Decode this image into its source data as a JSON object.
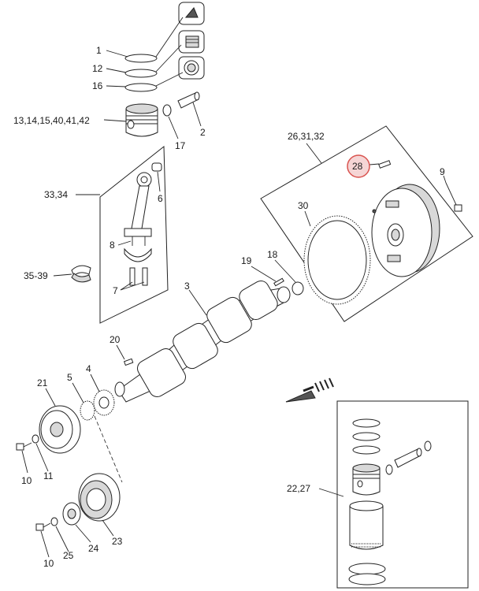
{
  "labels": {
    "l1": "1",
    "l12": "12",
    "l16": "16",
    "l13": "13,14,15,40,41,42",
    "l17": "17",
    "l2": "2",
    "l3334": "33,34",
    "l6": "6",
    "l8": "8",
    "l3539": "35-39",
    "l7": "7",
    "l263132": "26,31,32",
    "l28": "28",
    "l9": "9",
    "l30": "30",
    "l19": "19",
    "l18": "18",
    "l3": "3",
    "l20": "20",
    "l21": "21",
    "l5": "5",
    "l4": "4",
    "l10a": "10",
    "l11": "11",
    "l2227": "22,27",
    "l23": "23",
    "l24": "24",
    "l25": "25",
    "l10b": "10"
  },
  "colors": {
    "highlight_fill": "#f5d5d5",
    "highlight_stroke": "#d9534f"
  }
}
